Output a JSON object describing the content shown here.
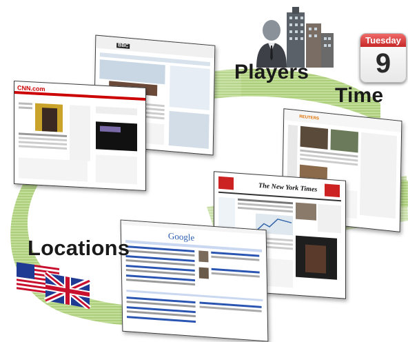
{
  "labels": {
    "players": "Players",
    "time": "Time",
    "locations": "Locations"
  },
  "calendar": {
    "weekday": "Tuesday",
    "day": "9"
  },
  "pages": {
    "bbc": "BBC",
    "cnn": "CNN.com",
    "reuters": "REUTERS",
    "nyt": "The New York Times",
    "google": "Google"
  },
  "icons": {
    "players": "businessman-with-buildings-icon",
    "calendar": "calendar-icon",
    "locations": "us-uk-flags-icon"
  },
  "colors": {
    "arrow_green": "#a9cf6f",
    "calendar_red": "#d33b3b",
    "label_text": "#1a1a1a"
  }
}
